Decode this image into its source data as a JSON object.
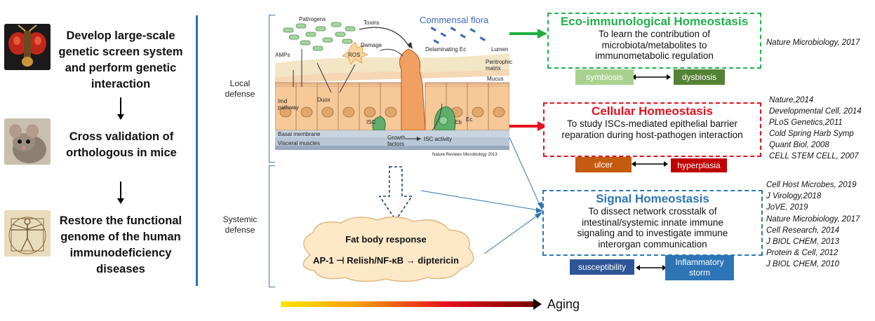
{
  "left_panel": {
    "steps": [
      {
        "text": "Develop large-scale genetic screen system and perform genetic interaction",
        "image": "fruit-fly-head-photo"
      },
      {
        "text": "Cross validation of orthologous in mice",
        "image": "mouse-photo"
      },
      {
        "text": "Restore the functional genome of the human immunodeficiency diseases",
        "image": "vitruvian-man-drawing"
      }
    ]
  },
  "middle": {
    "local_label": "Local defense",
    "systemic_label": "Systemic defense",
    "figure": {
      "pathogens": "Pathogens",
      "toxins": "Toxins",
      "commensal": "Commensal flora",
      "amps": "AMPs",
      "ros": "ROS",
      "damage": "Damage",
      "delaminating": "Delaminating Ec",
      "lumen": "Lumen",
      "peritrophic": "Peritrophic matrix",
      "mucus": "Mucus",
      "imd": "Imd pathway",
      "duox": "Duox",
      "isc": "ISC",
      "eb": "Eb",
      "ec": "Ec",
      "basal": "Basal membrane",
      "visceral": "Visceral muscles",
      "growth": "Growth factors",
      "isc_activity": "ISC activity",
      "credit": "Nature Reviews Microbiology 2013"
    },
    "fat_body": {
      "title": "Fat body response",
      "pathway": "AP-1 ⊣ Relish/NF-κB → dipteriсin"
    }
  },
  "boxes": [
    {
      "title": "Eco-immunological Homeostasis",
      "desc": "To learn the contribution of microbiota/metabolites to immunometabolic regulation",
      "color": "#22b14c",
      "tag_left": "symbiosis",
      "tag_right": "dysbiosis",
      "tag_left_color": "#a9d18e",
      "tag_right_color": "#548235"
    },
    {
      "title": "Cellular Homeostasis",
      "desc": "To study ISCs-mediated epithelial barrier reparation during host-pathogen interaction",
      "color": "#e8101f",
      "tag_left": "ulcer",
      "tag_right": "hyperplasia",
      "tag_left_color": "#c55a11",
      "tag_right_color": "#c00000"
    },
    {
      "title": "Signal Homeostasis",
      "desc": "To dissect network crosstalk of intestinal/systemic innate immune signaling and to investigate immune interorgan communication",
      "color": "#2e75b6",
      "tag_left": "susceptibility",
      "tag_right": "Inflammatory storm",
      "tag_left_color": "#2f5597",
      "tag_right_color": "#2e75b6"
    }
  ],
  "refs": {
    "eco": [
      "Nature Microbiology, 2017"
    ],
    "cellular": [
      "Nature,2014",
      "Developmental Cell, 2014",
      "PLoS Genetics,2011",
      "Cold Spring Harb Symp",
      "Quant Biol, 2008",
      "CELL STEM CELL, 2007"
    ],
    "signal": [
      "Cell Host Microbes, 2019",
      "J Virology,2018",
      "JoVE, 2019",
      "Nature Microbiology, 2017",
      "Cell Research, 2014",
      "J BIOL CHEM, 2013",
      "Protein & Cell, 2012",
      "J BIOL CHEM, 2010"
    ]
  },
  "aging": "Aging"
}
